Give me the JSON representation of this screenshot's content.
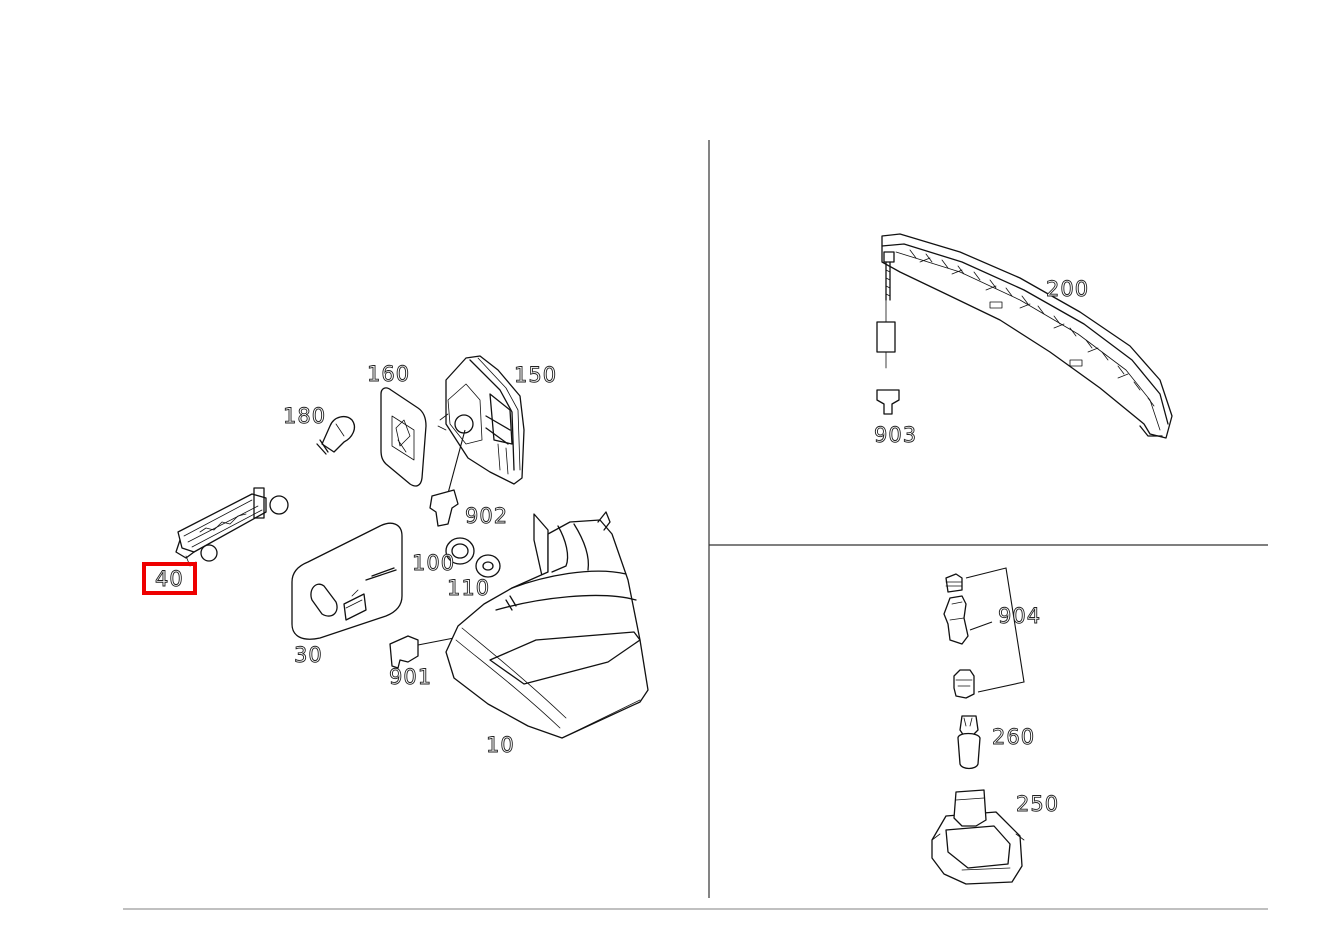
{
  "highlight_color": "#ee0000",
  "highlighted_part": "40",
  "parts": {
    "p10": {
      "label": "10",
      "icon": "tail-lamp-housing-icon"
    },
    "p30": {
      "label": "30",
      "icon": "gasket-plate-icon"
    },
    "p40": {
      "label": "40",
      "icon": "bulb-holder-icon"
    },
    "p100": {
      "label": "100",
      "icon": "grommet-icon"
    },
    "p110": {
      "label": "110",
      "icon": "washer-icon"
    },
    "p150": {
      "label": "150",
      "icon": "inner-lamp-unit-icon"
    },
    "p160": {
      "label": "160",
      "icon": "seal-icon"
    },
    "p180": {
      "label": "180",
      "icon": "bulb-icon"
    },
    "p200": {
      "label": "200",
      "icon": "third-brake-light-icon"
    },
    "p250": {
      "label": "250",
      "icon": "license-plate-lamp-icon"
    },
    "p260": {
      "label": "260",
      "icon": "festoon-bulb-icon"
    },
    "p901": {
      "label": "901",
      "icon": "connector-icon"
    },
    "p902": {
      "label": "902",
      "icon": "connector-icon"
    },
    "p903": {
      "label": "903",
      "icon": "connector-icon"
    },
    "p904": {
      "label": "904",
      "icon": "socket-assembly-icon"
    }
  }
}
